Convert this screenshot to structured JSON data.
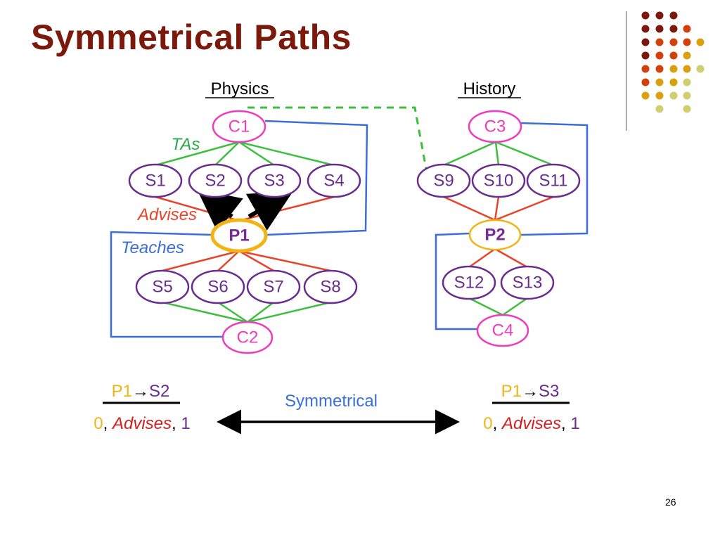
{
  "title": "Symmetrical Paths",
  "page_number": "26",
  "colors": {
    "title": "#7b1a0c",
    "course_node": "#ee3cbc",
    "student_node": "#6a2c8e",
    "professor_node": "#f0b515",
    "tas_edge": "#3cbf3c",
    "advises_edge": "#e8442a",
    "teaches_edge": "#3a6fd8",
    "link_dashed": "#3cbf3c",
    "symmetrical_label": "#3a6fd8",
    "deco_dots": [
      "#7b1a0c",
      "#d2400c",
      "#d9a010",
      "#cfcf70"
    ]
  },
  "diagram": {
    "sections": {
      "physics": "Physics",
      "history": "History"
    },
    "edge_labels": {
      "tas": "TAs",
      "advises": "Advises",
      "teaches": "Teaches"
    },
    "nodes": {
      "C1": "C1",
      "C2": "C2",
      "C3": "C3",
      "C4": "C4",
      "P1": "P1",
      "P2": "P2",
      "S1": "S1",
      "S2": "S2",
      "S3": "S3",
      "S4": "S4",
      "S5": "S5",
      "S6": "S6",
      "S7": "S7",
      "S8": "S8",
      "S9": "S9",
      "S10": "S10",
      "S11": "S11",
      "S12": "S12",
      "S13": "S13"
    },
    "paths": {
      "left": {
        "source": "P1",
        "arrow": "→",
        "target": "S2",
        "value_start": "0",
        "relation": "Advises",
        "value_end": "1"
      },
      "right": {
        "source": "P1",
        "arrow": "→",
        "target": "S3",
        "value_start": "0",
        "relation": "Advises",
        "value_end": "1"
      },
      "middle_label": "Symmetrical",
      "separator": ", "
    }
  }
}
